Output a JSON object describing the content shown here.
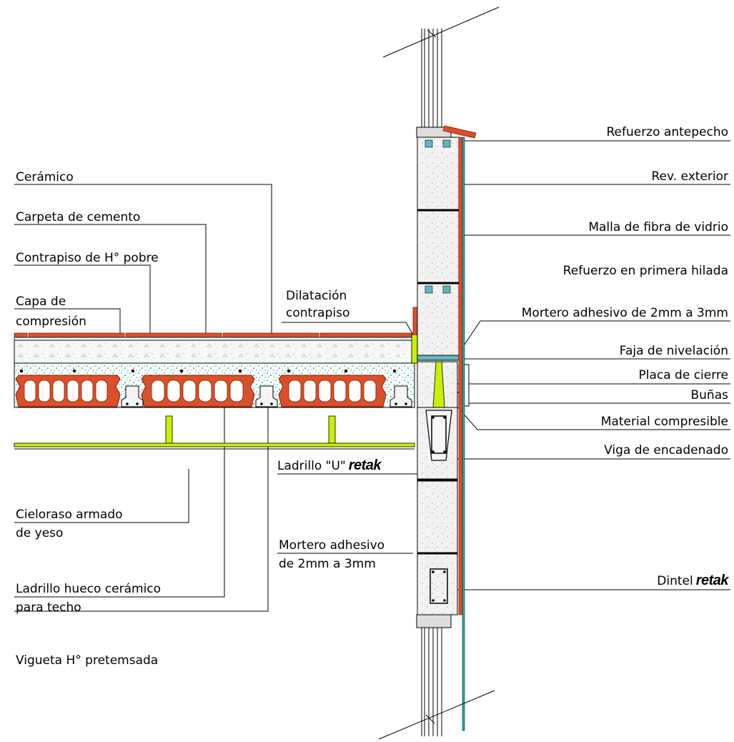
{
  "brand": "retak",
  "labels": {
    "ceramico": "Cerámico",
    "carpeta": "Carpeta de cemento",
    "contrapiso": "Contrapiso de H° pobre",
    "capa_1": "Capa de",
    "capa_2": "compresión",
    "dilatacion_1": "Dilatación",
    "dilatacion_2": "contrapiso",
    "refuerzo_antepecho": "Refuerzo antepecho",
    "rev_exterior": "Rev. exterior",
    "malla": "Malla de fibra de vidrio",
    "refuerzo_hilada": "Refuerzo en primera hilada",
    "mortero_top": "Mortero adhesivo de 2mm a 3mm",
    "faja": "Faja de nivelación",
    "placa": "Placa de cierre",
    "bunas": "Buñas",
    "material": "Material compresible",
    "viga": "Viga de encadenado",
    "ladrillo_u": "Ladrillo \"U\"",
    "cieloraso_1": "Cieloraso armado",
    "cieloraso_2": "de yeso",
    "mortero_mid_1": "Mortero adhesivo",
    "mortero_mid_2": "de 2mm a 3mm",
    "dintel": "Dintel",
    "ladrillo_hueco_1": "Ladrillo hueco cerámico",
    "ladrillo_hueco_2": "para techo",
    "vigueta": "Vigueta H° pretemsada"
  },
  "colors": {
    "ceramic": "#d9502a",
    "ceramic_stroke": "#8a1a00",
    "compressible": "#c8f000",
    "aac_block": "#f1f1f1",
    "glass": "#22b0b0",
    "dots": "#1aa79a",
    "line": "#000000"
  }
}
